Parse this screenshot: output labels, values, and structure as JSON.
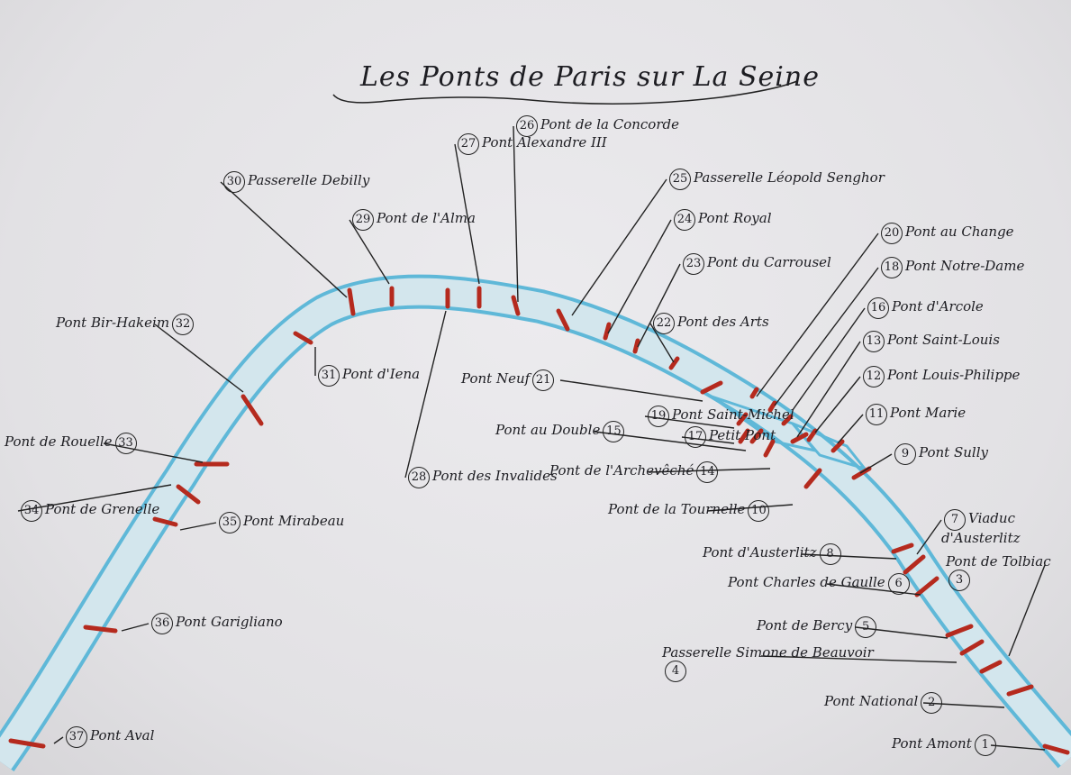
{
  "title": "Les Ponts de Paris sur La Seine",
  "colors": {
    "river": "#5fb8d8",
    "river_fill": "#cfe6ee",
    "bridge": "#b52a1e",
    "ink": "#1d1d22"
  },
  "bridges": [
    {
      "n": "1",
      "name": "Pont Amont"
    },
    {
      "n": "2",
      "name": "Pont National"
    },
    {
      "n": "3",
      "name": "Pont de Tolbiac"
    },
    {
      "n": "4",
      "name": "Passerelle Simone de Beauvoir"
    },
    {
      "n": "5",
      "name": "Pont de Bercy"
    },
    {
      "n": "6",
      "name": "Pont Charles de Gaulle"
    },
    {
      "n": "7",
      "name": "Viaduc d'Austerlitz"
    },
    {
      "n": "8",
      "name": "Pont d'Austerlitz"
    },
    {
      "n": "9",
      "name": "Pont Sully"
    },
    {
      "n": "10",
      "name": "Pont de la Tournelle"
    },
    {
      "n": "11",
      "name": "Pont Marie"
    },
    {
      "n": "12",
      "name": "Pont Louis-Philippe"
    },
    {
      "n": "13",
      "name": "Pont Saint-Louis"
    },
    {
      "n": "14",
      "name": "Pont de l'Archevêché"
    },
    {
      "n": "15",
      "name": "Pont au Double"
    },
    {
      "n": "16",
      "name": "Pont d'Arcole"
    },
    {
      "n": "17",
      "name": "Petit Pont"
    },
    {
      "n": "18",
      "name": "Pont Notre-Dame"
    },
    {
      "n": "19",
      "name": "Pont Saint-Michel"
    },
    {
      "n": "20",
      "name": "Pont au Change"
    },
    {
      "n": "21",
      "name": "Pont Neuf"
    },
    {
      "n": "22",
      "name": "Pont des Arts"
    },
    {
      "n": "23",
      "name": "Pont du Carrousel"
    },
    {
      "n": "24",
      "name": "Pont Royal"
    },
    {
      "n": "25",
      "name": "Passerelle Léopold Senghor"
    },
    {
      "n": "26",
      "name": "Pont de la Concorde"
    },
    {
      "n": "27",
      "name": "Pont Alexandre III"
    },
    {
      "n": "28",
      "name": "Pont des Invalides"
    },
    {
      "n": "29",
      "name": "Pont de l'Alma"
    },
    {
      "n": "30",
      "name": "Passerelle Debilly"
    },
    {
      "n": "31",
      "name": "Pont d'Iena"
    },
    {
      "n": "32",
      "name": "Pont Bir-Hakeim"
    },
    {
      "n": "33",
      "name": "Pont de Rouelle"
    },
    {
      "n": "34",
      "name": "Pont de Grenelle"
    },
    {
      "n": "35",
      "name": "Pont Mirabeau"
    },
    {
      "n": "36",
      "name": "Pont Garigliano"
    },
    {
      "n": "37",
      "name": "Pont Aval"
    }
  ]
}
